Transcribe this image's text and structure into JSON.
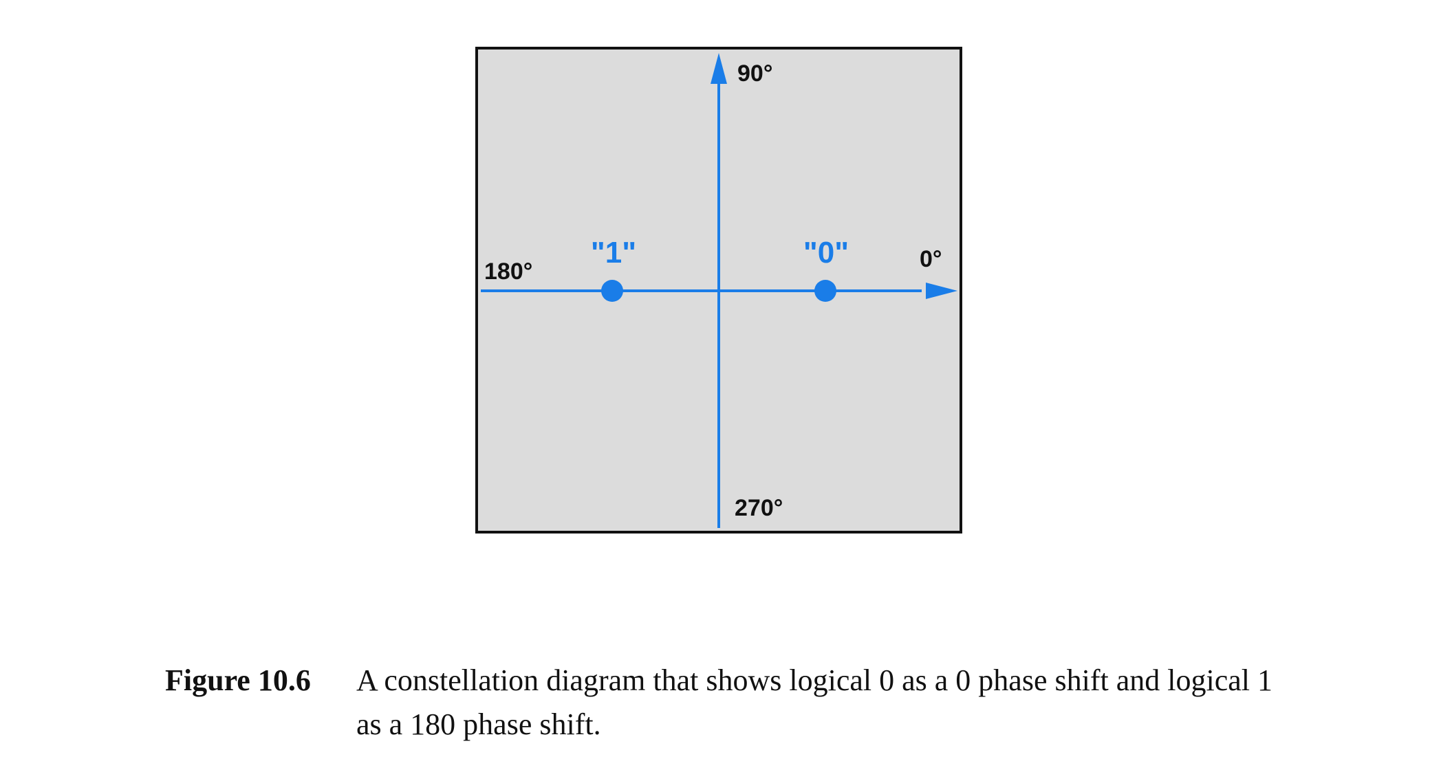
{
  "diagram": {
    "axis_labels": {
      "deg0": "0°",
      "deg90": "90°",
      "deg180": "180°",
      "deg270": "270°"
    },
    "points": [
      {
        "label": "\"1\"",
        "phase_deg": 180
      },
      {
        "label": "\"0\"",
        "phase_deg": 0
      }
    ],
    "colors": {
      "axis": "#1a7de8",
      "point": "#1a7de8",
      "background": "#dcdcdc",
      "border": "#111111"
    }
  },
  "caption": {
    "label": "Figure 10.6",
    "text": "A constellation diagram that shows logical 0 as a 0 phase shift and logical 1 as a 180 phase shift."
  }
}
